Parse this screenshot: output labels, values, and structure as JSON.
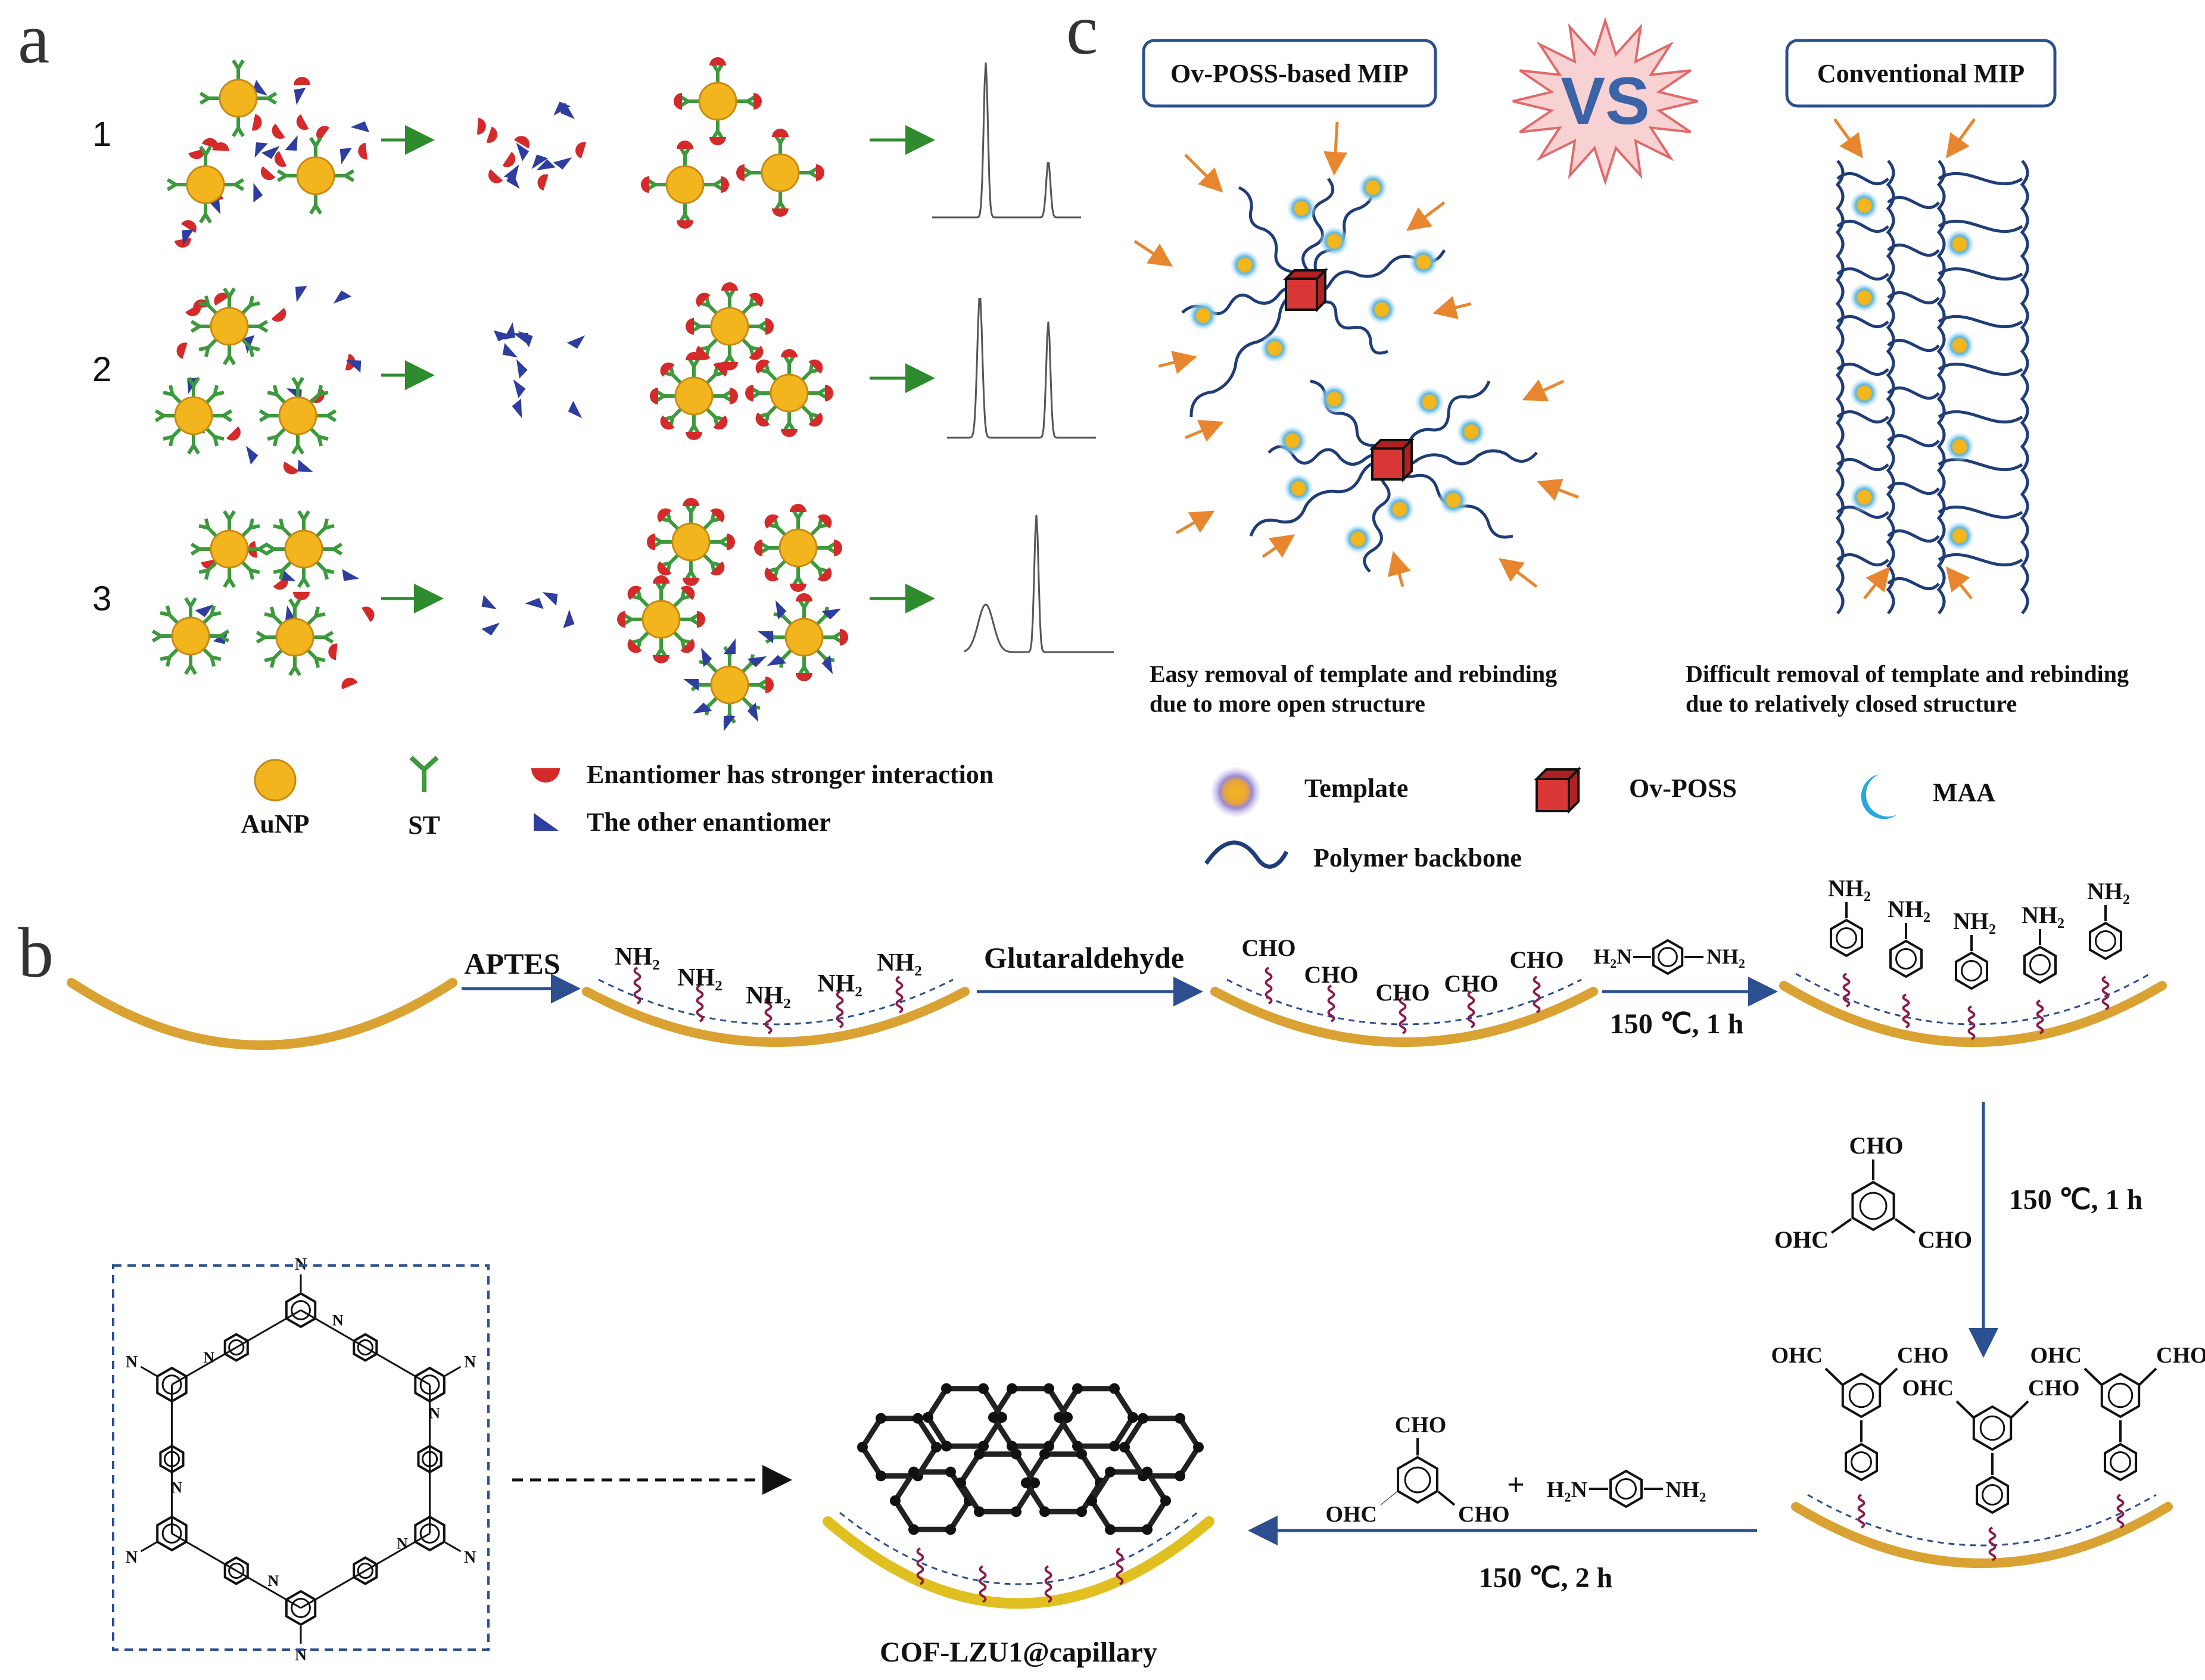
{
  "panel_labels": {
    "a": "a",
    "b": "b",
    "c": "c"
  },
  "panel_a": {
    "rows": [
      "1",
      "2",
      "3"
    ],
    "legend": {
      "aunp": "AuNP",
      "st": "ST",
      "strong": "Enantiomer has stronger interaction",
      "other": "The other enantiomer"
    }
  },
  "panel_c": {
    "left_title": "Ov-POSS-based MIP",
    "vs": "VS",
    "right_title": "Conventional MIP",
    "left_caption": [
      "Easy removal of template and rebinding",
      "due to more open structure"
    ],
    "right_caption": [
      "Difficult removal of template and rebinding",
      "due to relatively closed structure"
    ],
    "legend": {
      "template": "Template",
      "ovposs": "Ov-POSS",
      "maa": "MAA",
      "backbone": "Polymer backbone"
    }
  },
  "panel_b": {
    "step1": "APTES",
    "step2": "Glutaraldehyde",
    "step3_reagent": "H₂N–⌬–NH₂",
    "step3_cond": "150 ℃, 1 h",
    "step4_cond": "150 ℃, 1 h",
    "step5_cond": "150 ℃, 2 h",
    "plus": "+",
    "nh2": "NH₂",
    "cho": "CHO",
    "ohc": "OHC",
    "h2n": "H₂N",
    "n": "N",
    "product": "COF-LZU1@capillary"
  },
  "colors": {
    "gold": "#f2b51e",
    "capillary": "#d9a233",
    "green_arrow": "#2e8b2e",
    "blue_arrow": "#2c4f8f",
    "orange_arrow": "#e8862f",
    "red": "#d42a2a",
    "blue_tri": "#2e3d9e",
    "st_green": "#3c9a3c",
    "chain": "#1f3d78",
    "linker": "#8b1c4a"
  }
}
